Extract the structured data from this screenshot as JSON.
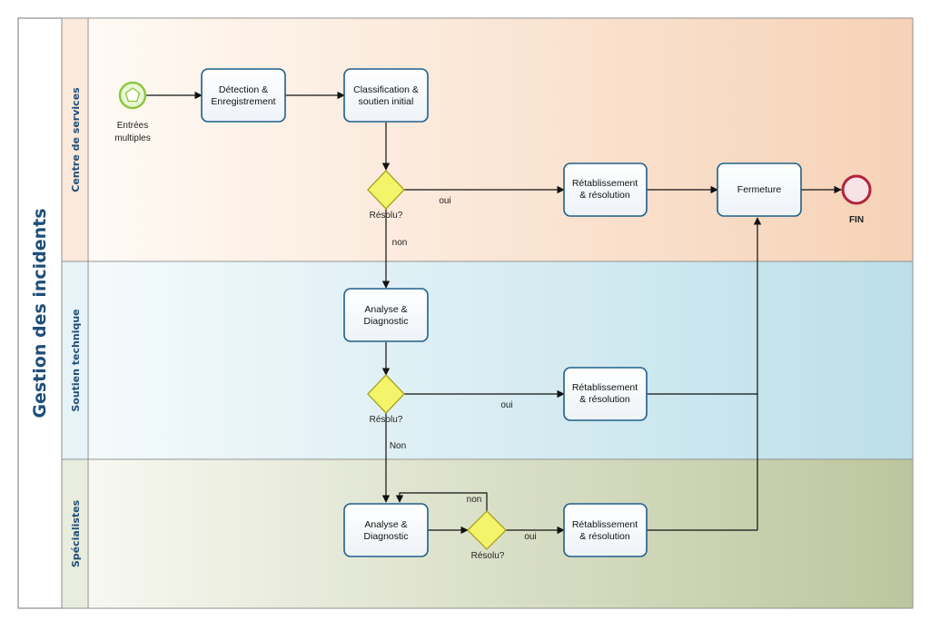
{
  "pool": {
    "title": "Gestion des incidents"
  },
  "lanes": [
    {
      "label": "Centre de services"
    },
    {
      "label": "Soutien technique"
    },
    {
      "label": "Spécialistes"
    }
  ],
  "events": {
    "start_label_line1": "Entrées",
    "start_label_line2": "multiples",
    "end_label": "FIN"
  },
  "tasks": {
    "detection": [
      "Détection &",
      "Enregistrement"
    ],
    "classification": [
      "Classification &",
      "soutien initial"
    ],
    "retablissement1": [
      "Rétablissement",
      "& résolution"
    ],
    "fermeture": [
      "Fermeture"
    ],
    "analyse1": [
      "Analyse &",
      "Diagnostic"
    ],
    "retablissement2": [
      "Rétablissement",
      "& résolution"
    ],
    "analyse2": [
      "Analyse &",
      "Diagnostic"
    ],
    "retablissement3": [
      "Rétablissement",
      "& résolution"
    ]
  },
  "gateways": {
    "g1_label": "Résolu?",
    "g2_label": "Résolu?",
    "g3_label": "Résolu?"
  },
  "flow_labels": {
    "g1_yes": "oui",
    "g1_no": "non",
    "g2_yes": "oui",
    "g2_no": "Non",
    "g3_yes": "oui",
    "g3_no": "non"
  },
  "colors": {
    "lane1": "#f6d3b8",
    "lane2": "#bfe0ea",
    "lane3": "#bfc9a2",
    "task_border": "#1f5f8b",
    "start_event": "#8cc63f",
    "end_event": "#b0243a",
    "gateway": "#e8e84a"
  }
}
